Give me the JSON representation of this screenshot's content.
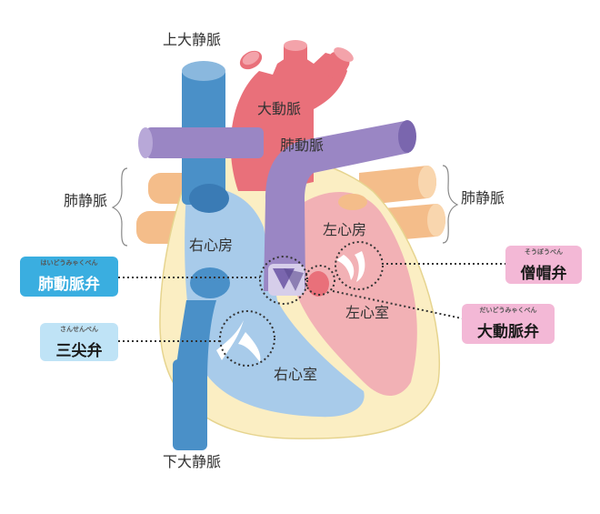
{
  "labels": {
    "svc_superior": "上大静脈",
    "svc_inferior": "下大静脈",
    "aorta": "大動脈",
    "pulmonary_artery": "肺動脈",
    "pulmonary_veins_left": "肺静脈",
    "pulmonary_veins_right": "肺静脈",
    "right_atrium": "右心房",
    "left_atrium": "左心房",
    "right_ventricle": "右心室",
    "left_ventricle": "左心室"
  },
  "valves": {
    "pulmonary": {
      "label": "肺動脈弁",
      "ruby": "はいどうみゃくべん"
    },
    "tricuspid": {
      "label": "三尖弁",
      "ruby": "さんせんべん"
    },
    "mitral": {
      "label": "僧帽弁",
      "ruby": "そうぼうべん"
    },
    "aortic": {
      "label": "大動脈弁",
      "ruby": "だいどうみゃくべん"
    }
  },
  "colors": {
    "vein_blue": "#4a90c8",
    "right_chamber": "#a8cbea",
    "aorta_red": "#e9707a",
    "left_chamber": "#f2b1b5",
    "pulmonary_purple": "#9a86c4",
    "pulmonary_vein_orange": "#f4bd8a",
    "heart_wall": "#fbeec3",
    "tag_blue": "#3aaee0",
    "tag_pink": "#d86aa6"
  }
}
